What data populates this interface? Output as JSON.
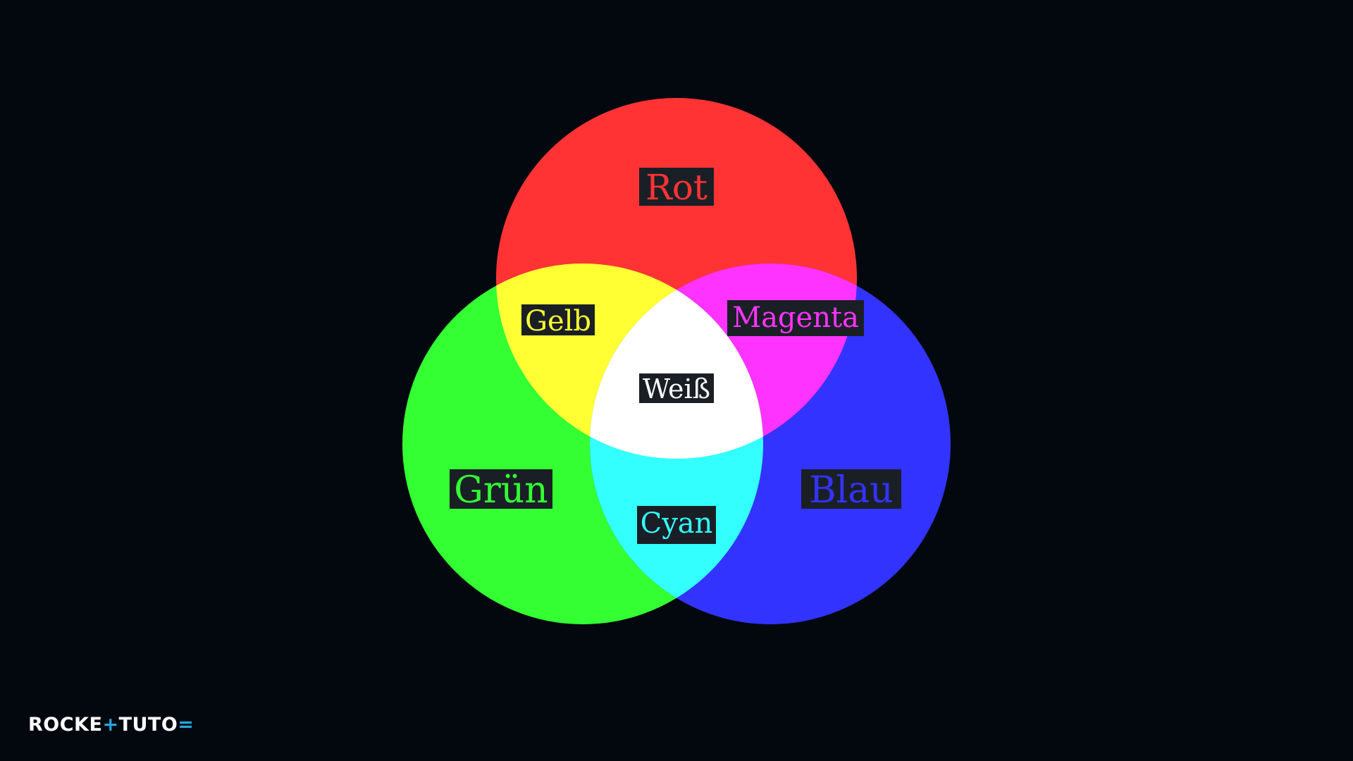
{
  "background_color": "#03080f",
  "circles": [
    {
      "id": "red",
      "label": "Rot",
      "color": "#ff3333"
    },
    {
      "id": "green",
      "label": "Grün",
      "color": "#33ff33"
    },
    {
      "id": "blue",
      "label": "Blau",
      "color": "#3333ff"
    }
  ],
  "overlaps": {
    "yellow": {
      "label": "Gelb",
      "color": "#ffff33"
    },
    "magenta": {
      "label": "Magenta",
      "color": "#ff33ff"
    },
    "cyan": {
      "label": "Cyan",
      "color": "#33ffff"
    },
    "white": {
      "label": "Weiß",
      "color": "#ffffff"
    }
  },
  "label_box_color": "#1a1f26",
  "logo": {
    "part1": "ROCKE",
    "plus": "+",
    "part2": "TUTO",
    "equals": "=",
    "accent_color": "#21a8e0"
  }
}
